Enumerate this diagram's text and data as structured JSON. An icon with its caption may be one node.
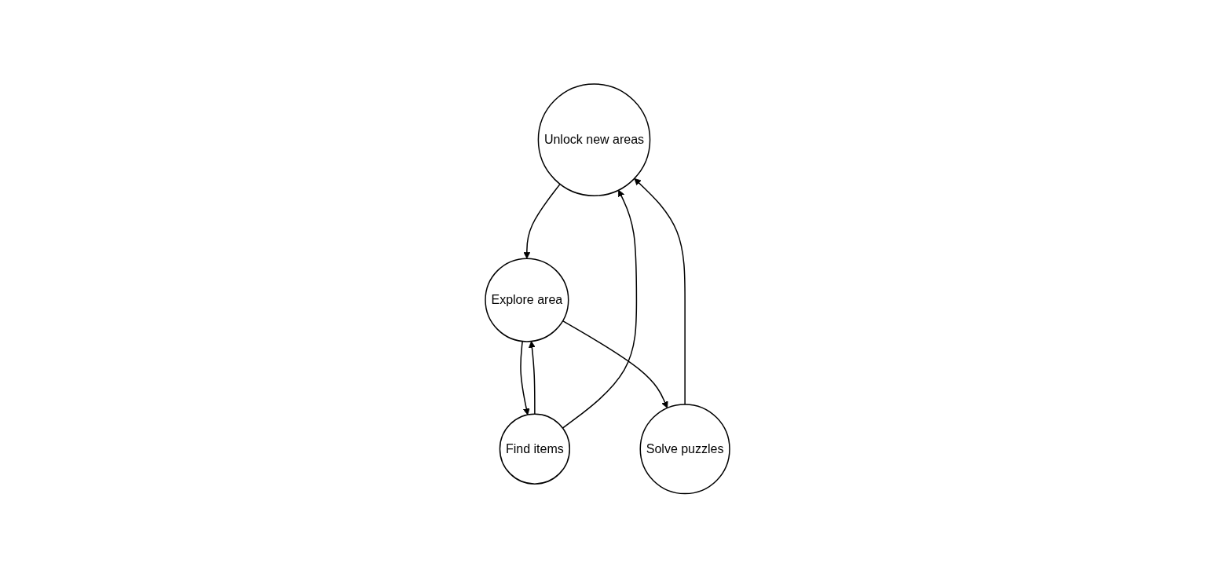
{
  "diagram": {
    "nodes": [
      {
        "text": [
          "Unlock new areas"
        ]
      },
      {
        "text": [
          "Explore area"
        ]
      },
      {
        "text": [
          "Find items"
        ]
      },
      {
        "text": [
          "Solve puzzles"
        ]
      }
    ],
    "edges": [
      {
        "from": 0,
        "to": 1,
        "arrow": "to"
      },
      {
        "from": 1,
        "to": 2,
        "arrow": "to"
      },
      {
        "from": 2,
        "to": 1,
        "arrow": "to"
      },
      {
        "from": 2,
        "to": 0,
        "arrow": "to"
      },
      {
        "from": 1,
        "to": 3,
        "arrow": "to"
      },
      {
        "from": 3,
        "to": 0,
        "arrow": "to"
      }
    ]
  }
}
